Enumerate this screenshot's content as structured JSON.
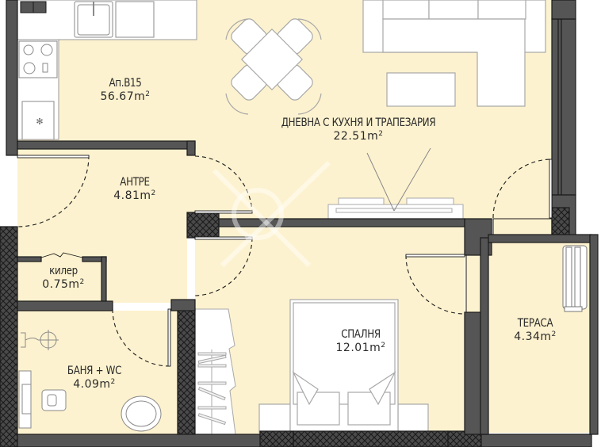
{
  "plan": {
    "apartment_id": "Ап.В15",
    "apartment_area": "56.67",
    "unit": "m",
    "unit_sup": "2",
    "colors": {
      "floor": "#fdf2cf",
      "wall": "#555555",
      "wall_outline": "#1a1a1a",
      "furniture": "#ffffff",
      "furniture_line": "#9a9a9a",
      "text": "#2a2a2a",
      "background": "#ffffff"
    },
    "rooms": [
      {
        "id": "living",
        "name": "ДНЕВНА С КУХНЯ И ТРАПЕЗАРИЯ",
        "area": "22.51"
      },
      {
        "id": "entry",
        "name": "АНТРЕ",
        "area": "4.81"
      },
      {
        "id": "closet",
        "name": "килер",
        "area": "0.75"
      },
      {
        "id": "bath",
        "name": "БАНЯ + WC",
        "area": "4.09"
      },
      {
        "id": "bedroom",
        "name": "СПАЛНЯ",
        "area": "12.01"
      },
      {
        "id": "terrace",
        "name": "ТЕРАСА",
        "area": "4.34"
      }
    ]
  }
}
